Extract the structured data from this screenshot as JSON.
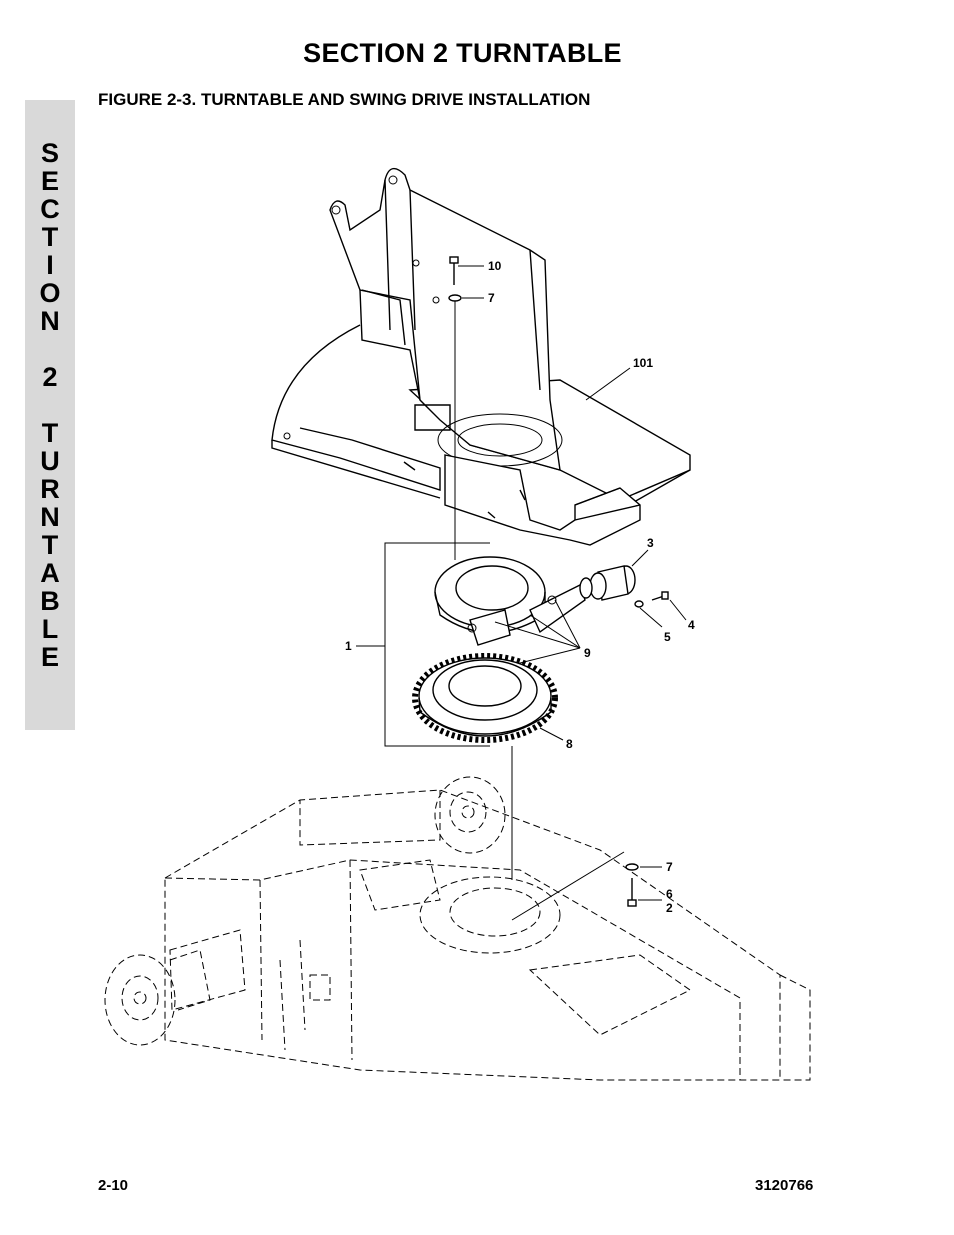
{
  "header": {
    "section_title": "SECTION 2  TURNTABLE",
    "figure_title": "FIGURE 2-3.    TURNTABLE AND SWING DRIVE INSTALLATION"
  },
  "side_tab": {
    "letters": [
      "S",
      "E",
      "C",
      "T",
      "I",
      "O",
      "N",
      "",
      "2",
      "",
      "T",
      "U",
      "R",
      "N",
      "T",
      "A",
      "B",
      "L",
      "E"
    ]
  },
  "figure": {
    "callouts": {
      "c10": "10",
      "c7a": "7",
      "c101": "101",
      "c3": "3",
      "c4": "4",
      "c5": "5",
      "c1": "1",
      "c9": "9",
      "c8": "8",
      "c7b": "7",
      "c6": "6",
      "c2": "2"
    }
  },
  "footer": {
    "page_number": "2-10",
    "doc_number": "3120766"
  }
}
